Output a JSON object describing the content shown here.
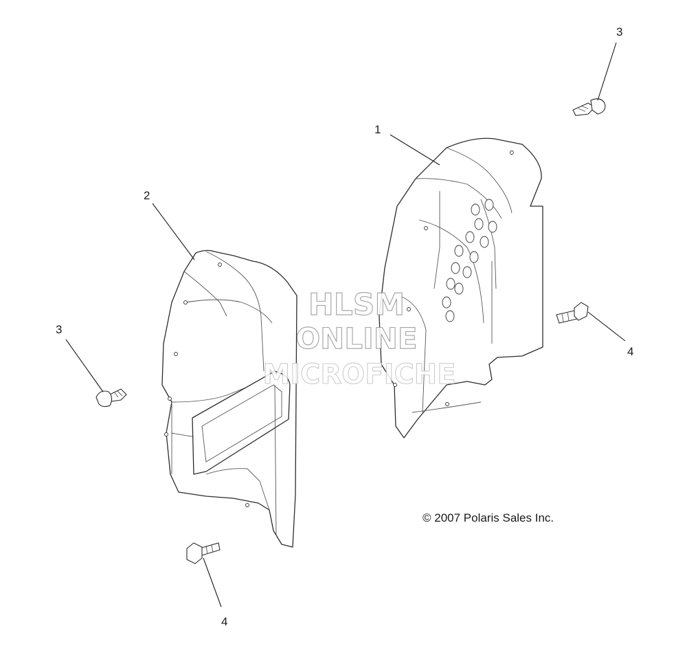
{
  "diagram": {
    "callouts": [
      {
        "id": "callout-1",
        "label": "1"
      },
      {
        "id": "callout-2",
        "label": "2"
      },
      {
        "id": "callout-3-top-right",
        "label": "3"
      },
      {
        "id": "callout-3-left",
        "label": "3"
      },
      {
        "id": "callout-4-right",
        "label": "4"
      },
      {
        "id": "callout-4-bottom",
        "label": "4"
      }
    ],
    "copyright": "© 2007  Polaris Sales Inc.",
    "watermark": {
      "line1": "HLSM",
      "line2": "ONLINE",
      "line3": "MICROFICHE"
    }
  }
}
